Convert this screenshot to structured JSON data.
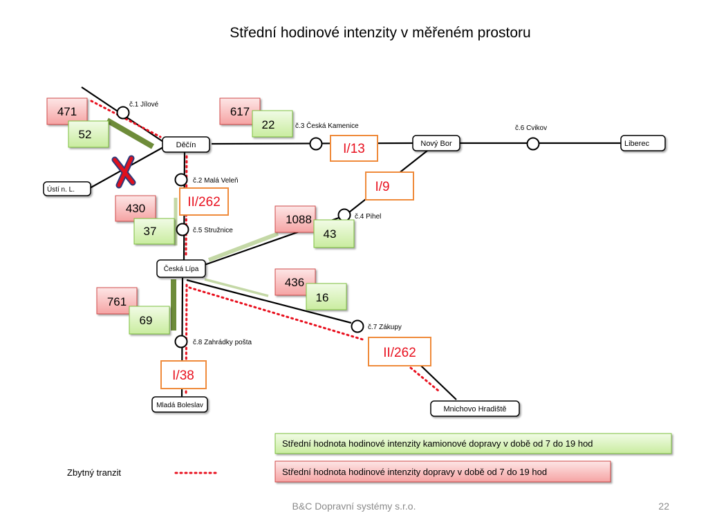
{
  "title": "Střední hodinové intenzity v měřeném prostoru",
  "cities": {
    "decin": "Děčín",
    "usti": "Ústí n. L.",
    "novy_bor": "Nový Bor",
    "liberec": "Liberec",
    "ceska_lipa": "Česká Lípa",
    "mlada_boleslav": "Mladá Boleslav",
    "mnichovo_hradiste": "Mnichovo Hradiště"
  },
  "stations": {
    "s1": "č.1 Jílové",
    "s2": "č.2 Malá Veleň",
    "s3": "č.3 Česká Kamenice",
    "s4": "č.4 Pihel",
    "s5": "č.5 Stružnice",
    "s6": "č.6 Cvikov",
    "s7": "č.7 Zákupy",
    "s8": "č.8 Zahrádky pošta"
  },
  "roads": {
    "i13": "I/13",
    "i9": "I/9",
    "ii262_north": "II/262",
    "ii262_south": "II/262",
    "i38": "I/38"
  },
  "intensities": {
    "s1": {
      "total": "471",
      "trucks": "52"
    },
    "s3": {
      "total": "617",
      "trucks": "22"
    },
    "s5": {
      "total": "430",
      "trucks": "37"
    },
    "s4": {
      "total": "1088",
      "trucks": "43"
    },
    "s7": {
      "total": "436",
      "trucks": "16"
    },
    "s8": {
      "total": "761",
      "trucks": "69"
    }
  },
  "legend": {
    "trucks": "Střední hodnota hodinové intenzity kamionové dopravy v době od 7 do 19 hod",
    "total": "Střední hodnota hodinové intenzity dopravy v době od 7 do 19 hod",
    "transit": "Zbytný tranzit"
  },
  "footer": {
    "company": "B&C Dopravní systémy s.r.o.",
    "page": "22"
  },
  "colors": {
    "road": "#000000",
    "transit_dots": "#e8101e",
    "road_label": "#e05a10",
    "total_box_fill": "#f7b4b4",
    "truck_box_fill": "#d4f0b0",
    "truck_bar": "#6e8c3a",
    "truck_bar_light": "#c4d8a6"
  }
}
